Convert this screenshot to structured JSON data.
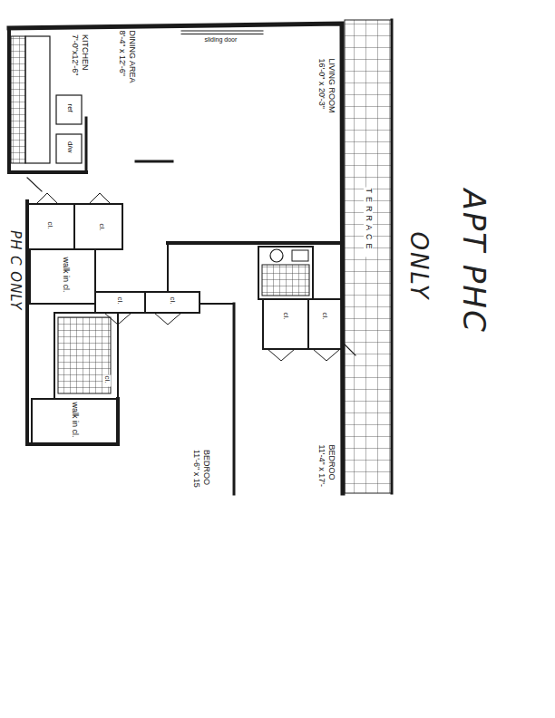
{
  "diagram": {
    "nodes": [
      {
        "text": [
          "KITCHEN",
          "7'-0\"x12'-6\""
        ]
      },
      {
        "text": [
          "DINING AREA",
          "8'-4\" x 12'-6\""
        ]
      },
      {
        "text": [
          "LIVING ROOM",
          "16'-0\" x 20'-3\""
        ]
      },
      {
        "text": [
          "BEDROO",
          "11'-4\" x 17'-"
        ]
      },
      {
        "text": [
          "BEDROO",
          "11'-6\" x 15"
        ]
      }
    ],
    "labels": [
      "sliding door",
      "ref",
      "d/w",
      "cl.",
      "cl.",
      "walk in cl.",
      "cl.",
      "cl.",
      "cl.",
      "cl.",
      "cl.",
      "walk in cl.",
      "TERRACE",
      "APT PHC",
      "ONLY",
      "PH C ONLY"
    ]
  }
}
